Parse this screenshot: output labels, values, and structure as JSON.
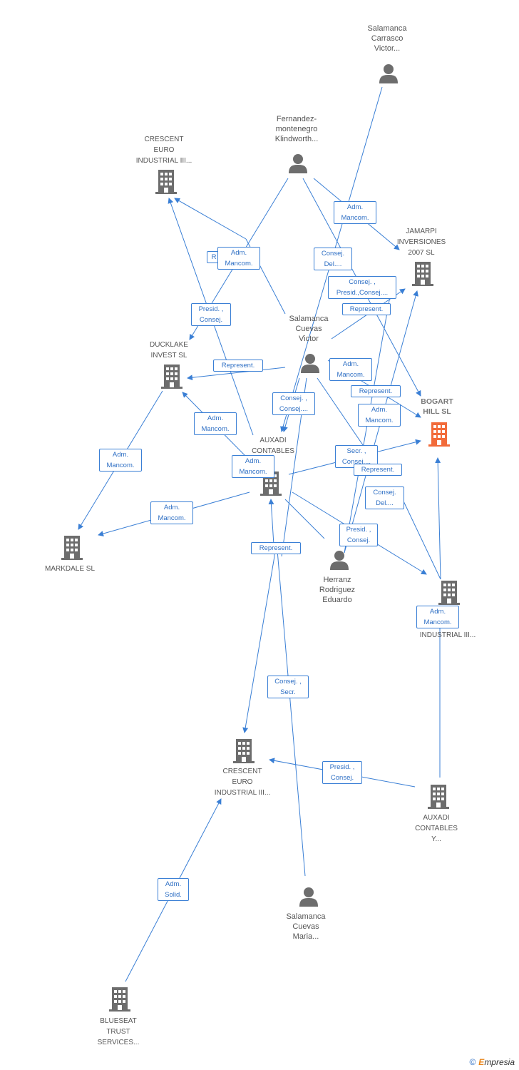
{
  "nodes": [
    {
      "id": "salamanca_carrasco",
      "type": "person",
      "label": "Salamanca\nCarrasco\nVictor..."
    },
    {
      "id": "fernandez",
      "type": "person",
      "label": "Fernandez-\nmontenegro\nKlindworth..."
    },
    {
      "id": "crescent_top",
      "type": "company",
      "label": "CRESCENT\nEURO\nINDUSTRIAL III..."
    },
    {
      "id": "jamarpi",
      "type": "company",
      "label": "JAMARPI\nINVERSIONES\n2007 SL"
    },
    {
      "id": "salamanca_cuevas_victor",
      "type": "person",
      "label": "Salamanca\nCuevas\nVictor"
    },
    {
      "id": "ducklake",
      "type": "company",
      "label": "DUCKLAKE\nINVEST SL"
    },
    {
      "id": "bogart",
      "type": "company",
      "focus": true,
      "label": "BOGART\nHILL SL"
    },
    {
      "id": "auxadi_center",
      "type": "company",
      "label": "AUXADI\nCONTABLES"
    },
    {
      "id": "markdale",
      "type": "company",
      "label": "MARKDALE SL"
    },
    {
      "id": "herranz",
      "type": "person",
      "label": "Herranz\nRodriguez\nEduardo"
    },
    {
      "id": "crescent_right",
      "type": "company",
      "label": "INDUSTRIAL III..."
    },
    {
      "id": "crescent_bottom",
      "type": "company",
      "label": "CRESCENT\nEURO\nINDUSTRIAL III..."
    },
    {
      "id": "auxadi_bottom",
      "type": "company",
      "label": "AUXADI\nCONTABLES\nY..."
    },
    {
      "id": "salamanca_cuevas_maria",
      "type": "person",
      "label": "Salamanca\nCuevas\nMaria..."
    },
    {
      "id": "blueseat",
      "type": "company",
      "label": "BLUESEAT\nTRUST\nSERVICES..."
    }
  ],
  "edge_labels": [
    {
      "id": "e1",
      "text": "Adm.\nMancom."
    },
    {
      "id": "e2",
      "text": "Consej.\nDel...."
    },
    {
      "id": "e3",
      "text": "R"
    },
    {
      "id": "e4",
      "text": "Adm.\nMancom."
    },
    {
      "id": "e5",
      "text": "Consej. ,\nPresid.,Consej...."
    },
    {
      "id": "e6",
      "text": "Represent."
    },
    {
      "id": "e7",
      "text": "Presid. ,\nConsej."
    },
    {
      "id": "e8",
      "text": "Represent."
    },
    {
      "id": "e9",
      "text": "Adm.\nMancom."
    },
    {
      "id": "e10",
      "text": "Represent."
    },
    {
      "id": "e11",
      "text": "Consej. ,\nConsej...."
    },
    {
      "id": "e12",
      "text": "Adm.\nMancom."
    },
    {
      "id": "e13",
      "text": "Adm.\nMancom."
    },
    {
      "id": "e14",
      "text": "Adm.\nMancom."
    },
    {
      "id": "e15",
      "text": "Secr. ,\nConsej...."
    },
    {
      "id": "e16",
      "text": "Represent."
    },
    {
      "id": "e17",
      "text": "Adm.\nMancom."
    },
    {
      "id": "e18",
      "text": "Consej.\nDel...."
    },
    {
      "id": "e19",
      "text": "Adm.\nMancom."
    },
    {
      "id": "e20",
      "text": "Presid. ,\nConsej."
    },
    {
      "id": "e21",
      "text": "Represent."
    },
    {
      "id": "e22",
      "text": "Adm.\nMancom."
    },
    {
      "id": "e23",
      "text": "Consej. ,\nSecr."
    },
    {
      "id": "e24",
      "text": "Presid. ,\nConsej."
    },
    {
      "id": "e25",
      "text": "Adm.\nSolid."
    }
  ],
  "brand": {
    "copyright": "©",
    "name": "mpresia",
    "initial": "E"
  },
  "colors": {
    "edge": "#3a7fd5",
    "icon": "#6d6d6d",
    "focus_icon": "#f26b3a"
  }
}
